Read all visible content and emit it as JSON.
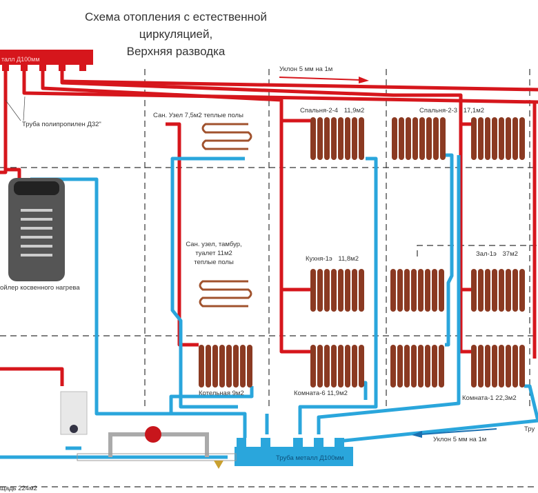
{
  "title": {
    "line1": "Схема отопления с естественной",
    "line2": "циркуляцией,",
    "line3": "Верхняя разводка"
  },
  "supply_manifold_label": "талл Д100мм",
  "return_manifold_label": "Труба металл Д100мм",
  "pp_pipe_label": "Труба полипропилен Д32\"",
  "slope_top": "Уклон 5 мм на 1м",
  "slope_bottom": "Уклон 5 мм на 1м",
  "boiler_label": "ойлер косвенного нагрева",
  "area_label": "щадь 224м2",
  "right_cut_label": "Тру",
  "floor_heating": [
    {
      "lines": [
        "Сан. Узел 7,5м2 теплые полы"
      ]
    },
    {
      "lines": [
        "Сан. узел, тамбур,",
        "туалет 11м2",
        "теплые полы"
      ]
    }
  ],
  "rooms": [
    {
      "name": "Спальня-2-4",
      "area": "11,9м2"
    },
    {
      "name": "Спальня-2-3",
      "area": "17,1м2"
    },
    {
      "name": "Кухня-1э",
      "area": "11,8м2"
    },
    {
      "name": "Зал-1э",
      "area": "37м2"
    },
    {
      "name": "Котельная",
      "area": "9м2"
    },
    {
      "name": "Комната-6",
      "area": "11,9м2"
    },
    {
      "name": "Комната-1",
      "area": "22,3м2"
    }
  ],
  "colors": {
    "supply": "#d6161c",
    "return": "#2aa6dc",
    "radiator": "#8b3a22"
  }
}
